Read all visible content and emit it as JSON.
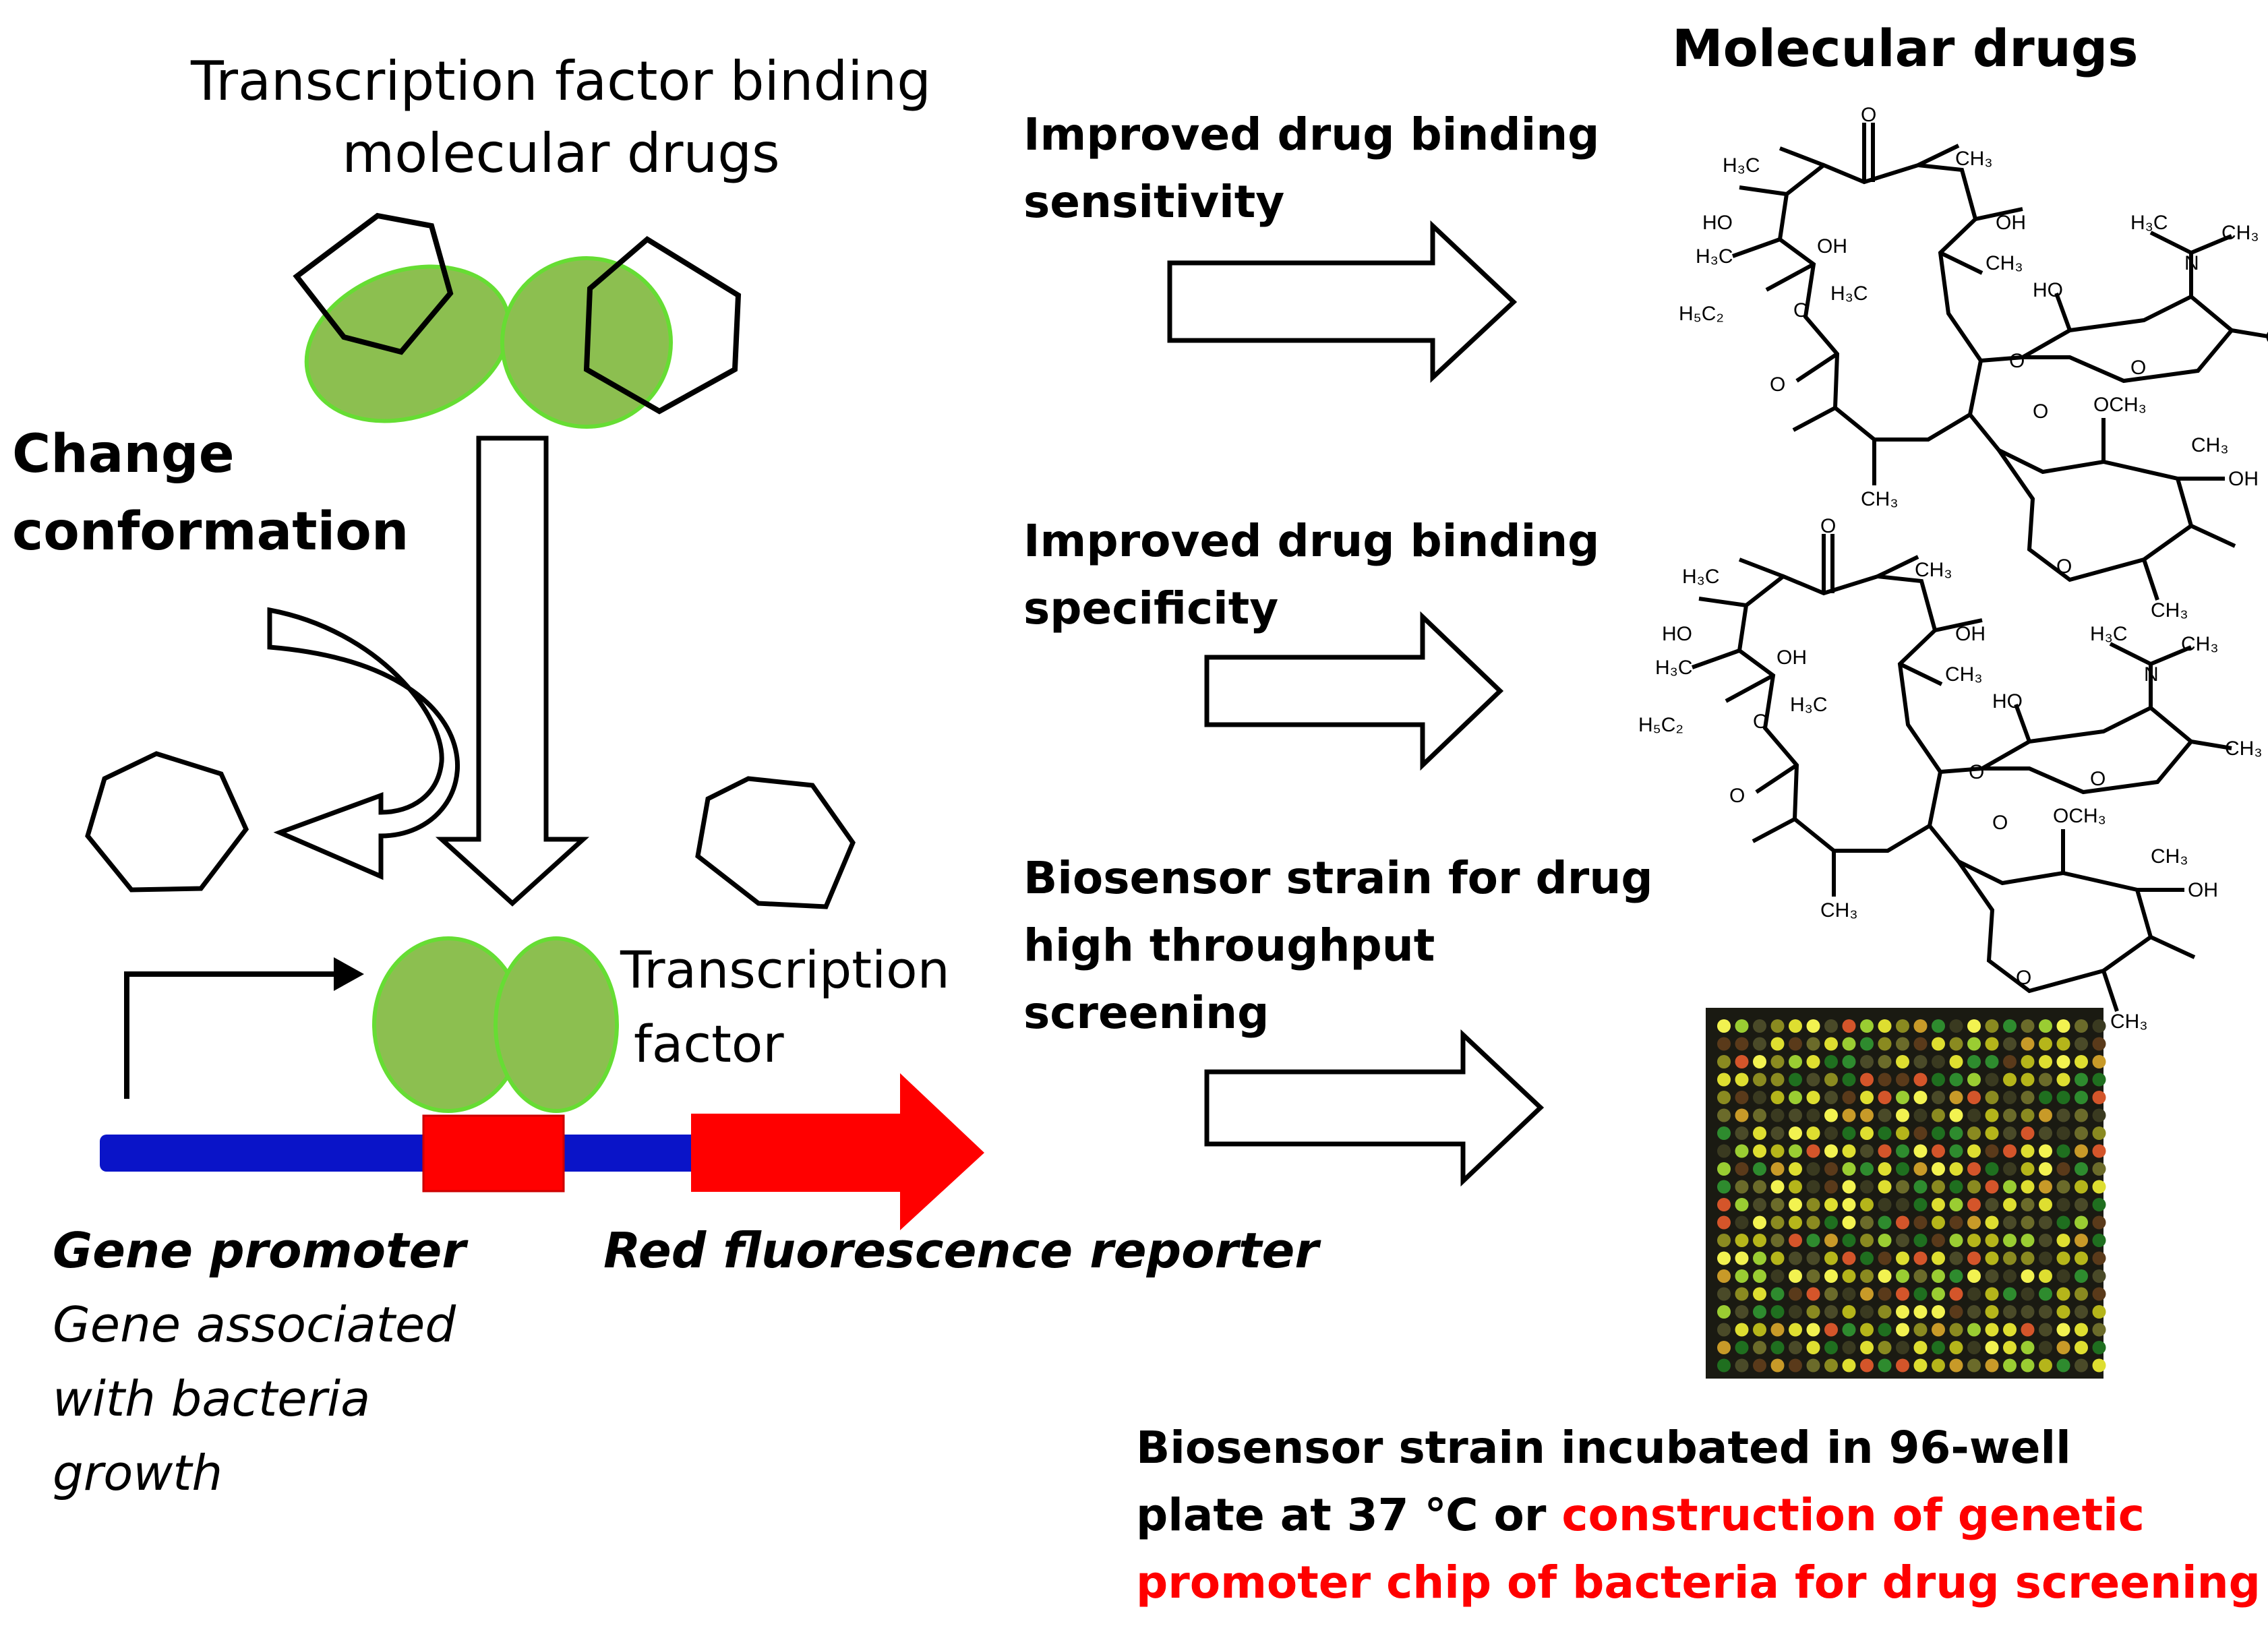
{
  "title_binding": [
    "Transcription  factor binding",
    "molecular drugs"
  ],
  "title_molecular_drugs": "Molecular drugs",
  "change_conformation": [
    "Change",
    "conformation"
  ],
  "transcription_factor": [
    "Transcription",
    "factor"
  ],
  "gene_promoter": "Gene promoter",
  "gene_associated": [
    "Gene associated",
    "with bacteria",
    "growth"
  ],
  "red_reporter": "Red fluorescence reporter",
  "arrow_sensitivity": [
    "Improved drug binding",
    "sensitivity"
  ],
  "arrow_specificity": [
    "Improved drug binding",
    "specificity"
  ],
  "arrow_biosensor": [
    "Biosensor strain for drug",
    "high throughput",
    "screening"
  ],
  "bottom_caption": {
    "line1": "Biosensor strain incubated in 96-well",
    "line2_black": "plate at 37 ℃ or ",
    "line2_red": "construction of genetic",
    "line3_red": "promoter chip of bacteria for drug screening"
  },
  "molecule_labels": {
    "o_top": "O",
    "h3c_left": "H₃C",
    "ch3_right": "CH₃",
    "ho": "HO",
    "oh": "OH",
    "h3c": "H₃C",
    "h3c_inner": "H₃C",
    "h5c2": "H₅C₂",
    "o": "O",
    "ch3": "CH₃",
    "n": "N",
    "och3": "OCH₃"
  },
  "colors": {
    "green_fill": "#8cbf50",
    "green_stroke": "#66dd33",
    "dna_blue": "#0a14c8",
    "promoter_red": "#ff0000",
    "caption_red": "#ff0000"
  }
}
